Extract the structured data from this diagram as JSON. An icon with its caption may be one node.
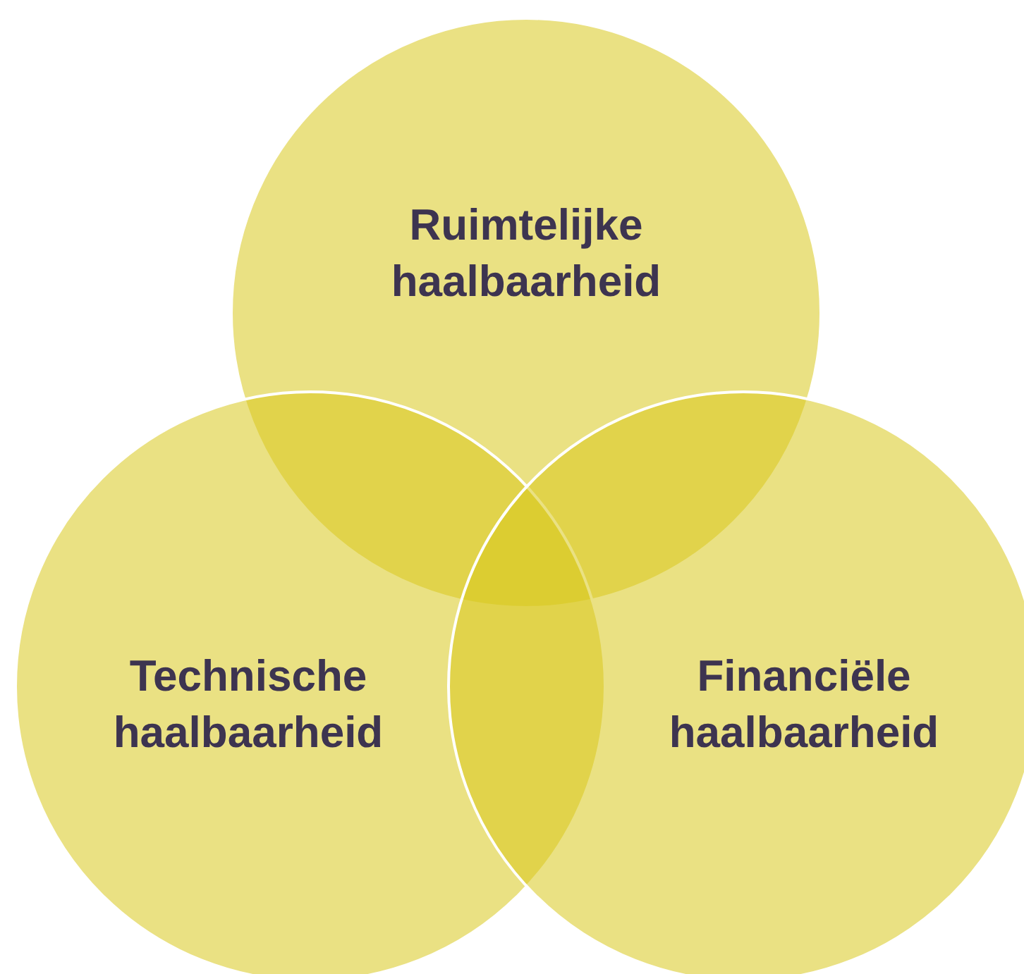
{
  "diagram": {
    "nodes": [
      {
        "text": [
          "Ruimtelijke haalbaarheid"
        ]
      },
      {
        "text": [
          "Technische haalbaarheid"
        ]
      },
      {
        "text": [
          "Financiële haalbaarheid"
        ]
      }
    ]
  }
}
